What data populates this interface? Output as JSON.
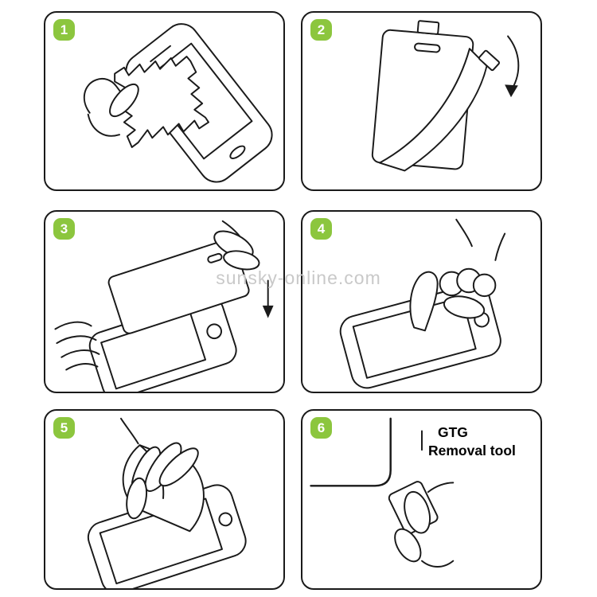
{
  "watermark": {
    "text": "sunsky-online.com"
  },
  "colors": {
    "badge_green": "#8CC63E",
    "line_black": "#1A1A1A",
    "watermark_gray": "#C9C9C9",
    "background": "#FFFFFF"
  },
  "steps": [
    {
      "number": "1",
      "illustration": "clean-screen-with-zigzag-cloth"
    },
    {
      "number": "2",
      "illustration": "peel-backing-film-off-protector"
    },
    {
      "number": "3",
      "illustration": "align-and-lower-protector-onto-phone"
    },
    {
      "number": "4",
      "illustration": "press-center-of-screen-with-finger"
    },
    {
      "number": "5",
      "illustration": "smooth-out-with-cloth"
    },
    {
      "number": "6",
      "illustration": "lift-corner-with-removal-tool",
      "label_line1": "GTG",
      "label_line2": "Removal tool"
    }
  ]
}
